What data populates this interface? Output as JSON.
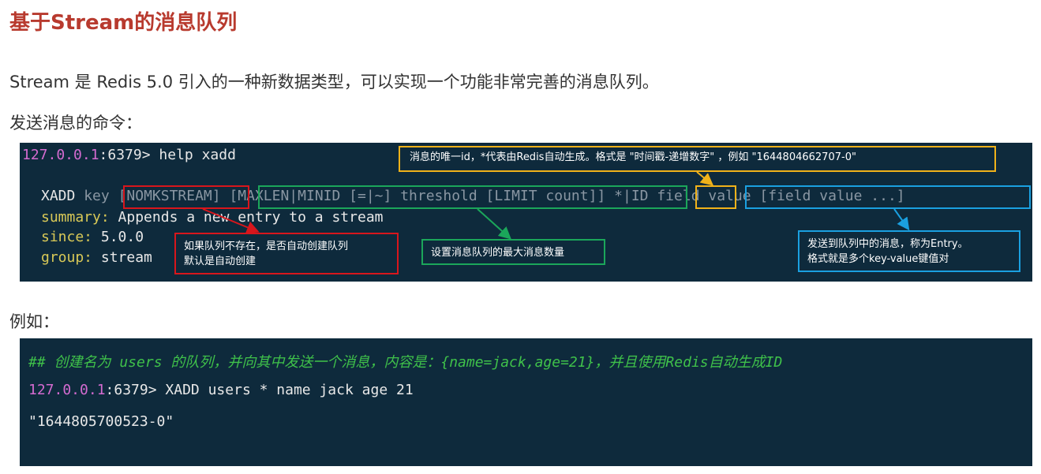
{
  "heading": "基于Stream的消息队列",
  "intro": "Stream 是 Redis 5.0 引入的一种新数据类型，可以实现一个功能非常完善的消息队列。",
  "send_label": "发送消息的命令：",
  "example_label": "例如：",
  "terminal1": {
    "prompt_ip": "127.0.0.1",
    "prompt_rest": ":6379> help xadd",
    "syntax": {
      "cmd": "XADD",
      "key": "key",
      "nomkstream": "[NOMKSTREAM]",
      "maxlen": "[MAXLEN|MINID [=|~] threshold [LIMIT count]]",
      "star": "*",
      "pipe": "|",
      "id": "ID",
      "fields": "field value [field value ...]"
    },
    "summary_key": "summary:",
    "summary_val": "Appends a new entry to a stream",
    "since_key": "since:",
    "since_val": "5.0.0",
    "group_key": "group:",
    "group_val": "stream"
  },
  "annotations": {
    "id_note": "消息的唯一id，*代表由Redis自动生成。格式是 \"时间戳-递增数字\" ，例如 \"1644804662707-0\"",
    "nomkstream_note": "如果队列不存在，是否自动创建队列\n默认是自动创建",
    "maxlen_note": "设置消息队列的最大消息数量",
    "fields_note": "发送到队列中的消息，称为Entry。\n格式就是多个key-value键值对"
  },
  "terminal2": {
    "comment": "## 创建名为 users 的队列，并向其中发送一个消息，内容是：{name=jack,age=21}，并且使用Redis自动生成ID",
    "prompt_ip": "127.0.0.1",
    "prompt_rest": ":6379> XADD users * name jack age 21",
    "result": "\"1644805700523-0\""
  },
  "colors": {
    "heading": "#b83a2e",
    "terminal_bg": "#0e2a3c",
    "red": "#d8161c",
    "green": "#1ba65a",
    "yellow": "#f0b21a",
    "blue": "#1aa0e0"
  }
}
